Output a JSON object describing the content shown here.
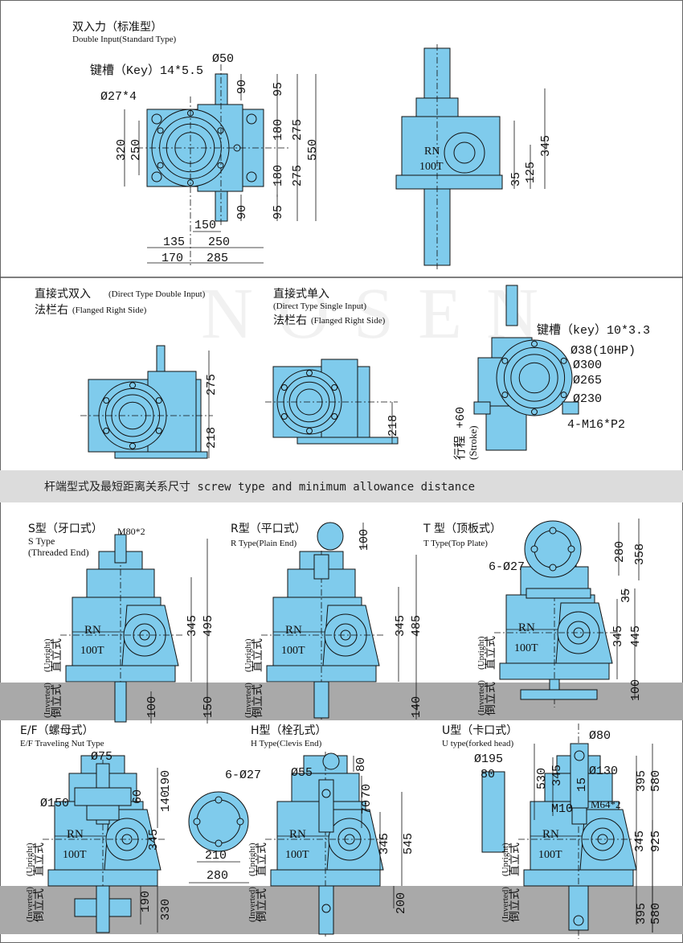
{
  "colors": {
    "part": "#7fcbec",
    "ground": "#a9a9a9",
    "band": "#dcdcdc",
    "line": "#111111"
  },
  "watermark": "NOSEN",
  "section1": {
    "title_cn": "双入力（标准型）",
    "title_en": "Double Input(Standard Type)",
    "key": "键槽（Key）14*5.5",
    "shaft_dia": "Ø50",
    "holes": "Ø27*4",
    "v": {
      "h320": "320",
      "h250": "250",
      "s90a": "90",
      "s95a": "95",
      "s180a": "180",
      "s275a": "275",
      "s550": "550",
      "s180b": "180",
      "s275b": "275",
      "s90b": "90",
      "s95b": "95"
    },
    "h": {
      "w150": "150",
      "w135": "135",
      "w250": "250",
      "w170": "170",
      "w285": "285"
    },
    "side": {
      "rn": "RN",
      "model": "100T",
      "d345": "345",
      "d125": "125",
      "d35": "35"
    }
  },
  "section2": {
    "a_cn": "直接式双入",
    "a_en": "(Direct Type Double Input)",
    "a2_cn": "法栏右",
    "a2_en": "(Flanged Right Side)",
    "a_d275": "275",
    "a_d218": "218",
    "b_cn": "直接式单入",
    "b_en": "(Direct Type Single Input)",
    "b2_cn": "法栏右",
    "b2_en": "(Flanged Right Side)",
    "b_d218": "218",
    "c_key": "键槽（key）10*3.3",
    "c_d38": "Ø38(10HP)",
    "c_d300": "Ø300",
    "c_d265": "Ø265",
    "c_d230": "Ø230",
    "c_m16": "4-M16*P2",
    "c_stroke": "行程 +60",
    "c_stroke_en": "(Stroke)"
  },
  "band": {
    "title": "杆端型式及最短距离关系尺寸 screw type and minimum allowance distance"
  },
  "common": {
    "rn": "RN",
    "model": "100T",
    "upright_cn": "直立式",
    "upright_en": "(Upright)",
    "inverted_cn": "倒立式",
    "inverted_en": "(Inverted)"
  },
  "s_type": {
    "cn": "S型（牙口式）",
    "en1": "S Type",
    "en2": "(Threaded End)",
    "thread": "M80*2",
    "d345": "345",
    "d495": "495",
    "d100": "100",
    "d150": "150"
  },
  "r_type": {
    "cn": "R型（平口式）",
    "en": "R Type(Plain End)",
    "d100": "100",
    "d345": "345",
    "d485": "485",
    "d140": "140"
  },
  "t_type": {
    "cn": "T 型（顶板式）",
    "en": "T Type(Top Plate)",
    "holes": "6-Ø27",
    "d280": "280",
    "d358": "358",
    "d35": "35",
    "d345": "345",
    "d445": "445",
    "d100": "100"
  },
  "ef_type": {
    "cn": "E/F（螺母式）",
    "en": "E/F Traveling Nut Type",
    "d75": "Ø75",
    "d150": "Ø150",
    "d190": "190",
    "d140": "140",
    "d60": "60",
    "d345": "345",
    "d190b": "190",
    "d330": "330",
    "plate_holes": "6-Ø27",
    "plate_210": "210",
    "plate_280": "280"
  },
  "h_type": {
    "cn": "H型（栓孔式）",
    "en": "H Type(Clevis End)",
    "d80": "80",
    "d55": "Ø55",
    "d70a": "70",
    "d70b": "70",
    "d345": "345",
    "d545": "545",
    "d200": "200"
  },
  "u_type": {
    "cn": "U型（卡口式）",
    "en": "U type(forked head)",
    "d80": "Ø80",
    "d195": "Ø195",
    "w80": "80",
    "d530": "530",
    "d345a": "345",
    "d130": "Ø130",
    "d15": "15",
    "d395a": "395",
    "d580a": "580",
    "m10": "M10",
    "m64": "M64*2",
    "d345b": "345",
    "d925": "925",
    "d395b": "395",
    "d580b": "580"
  }
}
